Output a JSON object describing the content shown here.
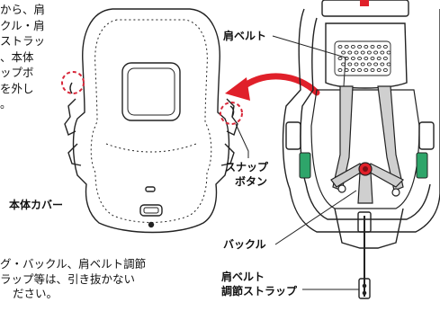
{
  "left_text_lines": [
    "から、肩",
    "クル・肩",
    "ストラッ",
    "、本体",
    "ップボ",
    "を外し",
    "。"
  ],
  "labels": {
    "body_cover": "本体カバー",
    "shoulder_belt": "肩ベルト",
    "snap_button_line1": "スナップ",
    "snap_button_line2": "ボタン",
    "buckle": "バックル",
    "adjust_strap_line1": "肩ベルト",
    "adjust_strap_line2": "調節ストラップ"
  },
  "bottom_note_lines": [
    "グ・バックル、肩ベルト調節",
    "ラップ等は、引き抜かない",
    "ださい。"
  ],
  "colors": {
    "arrow": "#e0202a",
    "dashed_circle": "#d8283a",
    "green_panel": "#2ea56a",
    "outline": "#222222",
    "belt_fill": "#cfcfcf"
  },
  "icons": [
    "curved-arrow-icon",
    "dashed-circle-marker"
  ]
}
